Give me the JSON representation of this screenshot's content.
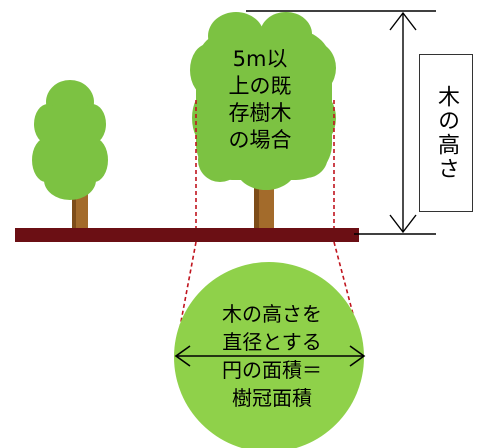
{
  "existing_tree_label": "5m以\n上の既\n存樹木\nの場合",
  "height_label": "木の高さ",
  "crown_area_label": "木の高さを\n直径とする\n円の面積＝\n樹冠面積",
  "colors": {
    "foliage": "#7cc242",
    "foliage_edge": "#6ab232",
    "trunk": "#a36b2b",
    "trunk_shade": "#7e4d19",
    "ground": "#6b0f14",
    "circle": "#8fd14a",
    "dashed": "#c0141e"
  },
  "icons": [
    "small-tree-icon",
    "large-tree-icon",
    "ground-line",
    "height-arrow",
    "diameter-arrow",
    "crown-circle"
  ]
}
